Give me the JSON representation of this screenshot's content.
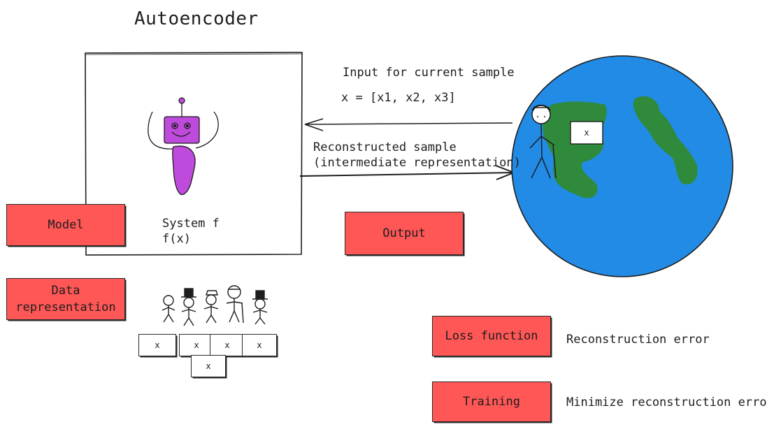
{
  "title": "Autoencoder",
  "boxes": {
    "model": "Model",
    "data_representation": "Data\nrepresentation",
    "output": "Output",
    "loss_function": "Loss function",
    "training": "Training"
  },
  "system": {
    "name": "System f",
    "function": "f(x)"
  },
  "input_label": "Input for current sample",
  "input_vector": "x = [x1, x2, x3]",
  "reconstructed_label": "Reconstructed sample",
  "reconstructed_sublabel": "(intermediate representation)",
  "loss_description": "Reconstruction error",
  "training_description": "Minimize reconstruction error",
  "sample_marker": "x",
  "colors": {
    "red_box": "#ff5656",
    "globe_ocean": "#228be6",
    "globe_land": "#2f8a3c",
    "robot": "#be4bdb"
  }
}
